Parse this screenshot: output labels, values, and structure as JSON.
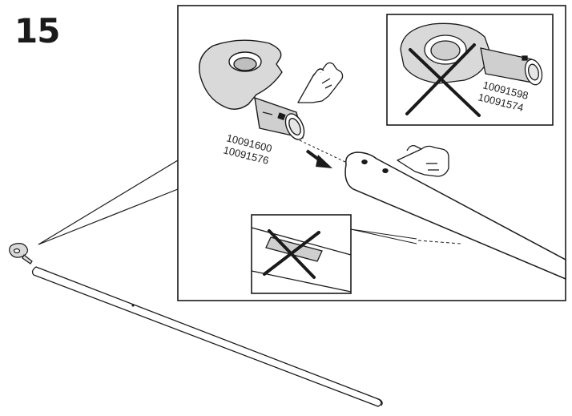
{
  "step": {
    "number": "15"
  },
  "callout": {
    "part_numbers": [
      "10091600",
      "10091576"
    ]
  },
  "inset_wrong": {
    "part_numbers": [
      "10091598",
      "10091574"
    ]
  },
  "colors": {
    "line": "#1a1a1a",
    "part_fill": "#d9d9d9",
    "background": "#ffffff"
  },
  "icons": [
    "pointing-hand-icon",
    "insert-arrow-icon",
    "wrong-cross-icon"
  ]
}
